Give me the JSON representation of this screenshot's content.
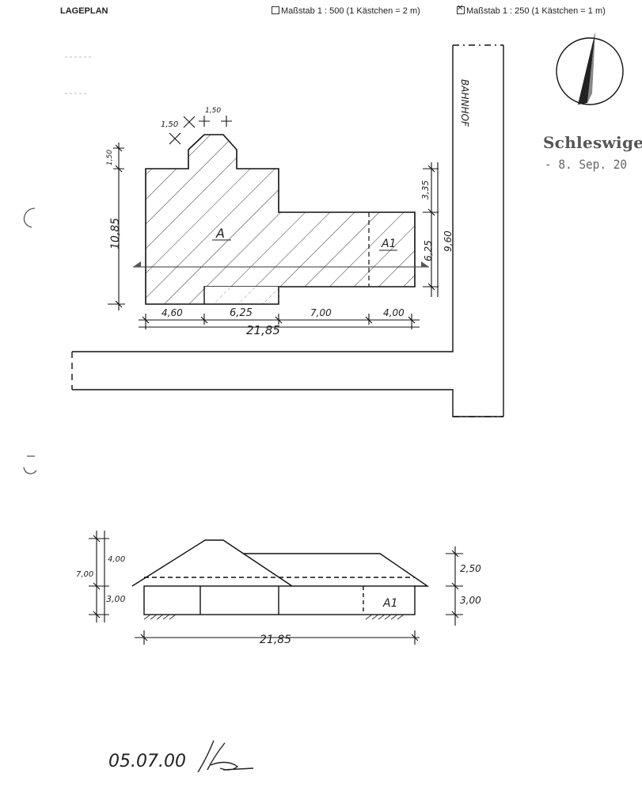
{
  "header": {
    "title": "LAGEPLAN",
    "scale_option_1": "Maßstab 1 : 500 (1 Kästchen = 2 m)",
    "scale_option_1_checked": false,
    "scale_option_2": "Maßstab 1 : 250 (1 Kästchen = 1 m)",
    "scale_option_2_checked": true
  },
  "plan": {
    "street_label": "BAHNHOF",
    "building_label": "A",
    "annex_label": "A1",
    "dims": {
      "d1": "1,50",
      "d2": "1,50",
      "d3": "1,50",
      "height_total": "10,85",
      "right_top": "3,35",
      "right_mid": "6,25",
      "right_total": "9,60",
      "w1": "4,60",
      "w2": "6,25",
      "w3": "7,00",
      "w4": "4,00",
      "width_total": "21,85"
    }
  },
  "elevation": {
    "annex_label": "A1",
    "dims": {
      "roof_height": "4,00",
      "total_height": "7,00",
      "wall_height_left": "3,00",
      "roof_height_right": "2,50",
      "wall_height_right": "3,00",
      "width_total": "21,85"
    }
  },
  "stamp": {
    "text": "Schleswiger",
    "date": "- 8. Sep. 20"
  },
  "signature": {
    "date": "05.07.00"
  }
}
